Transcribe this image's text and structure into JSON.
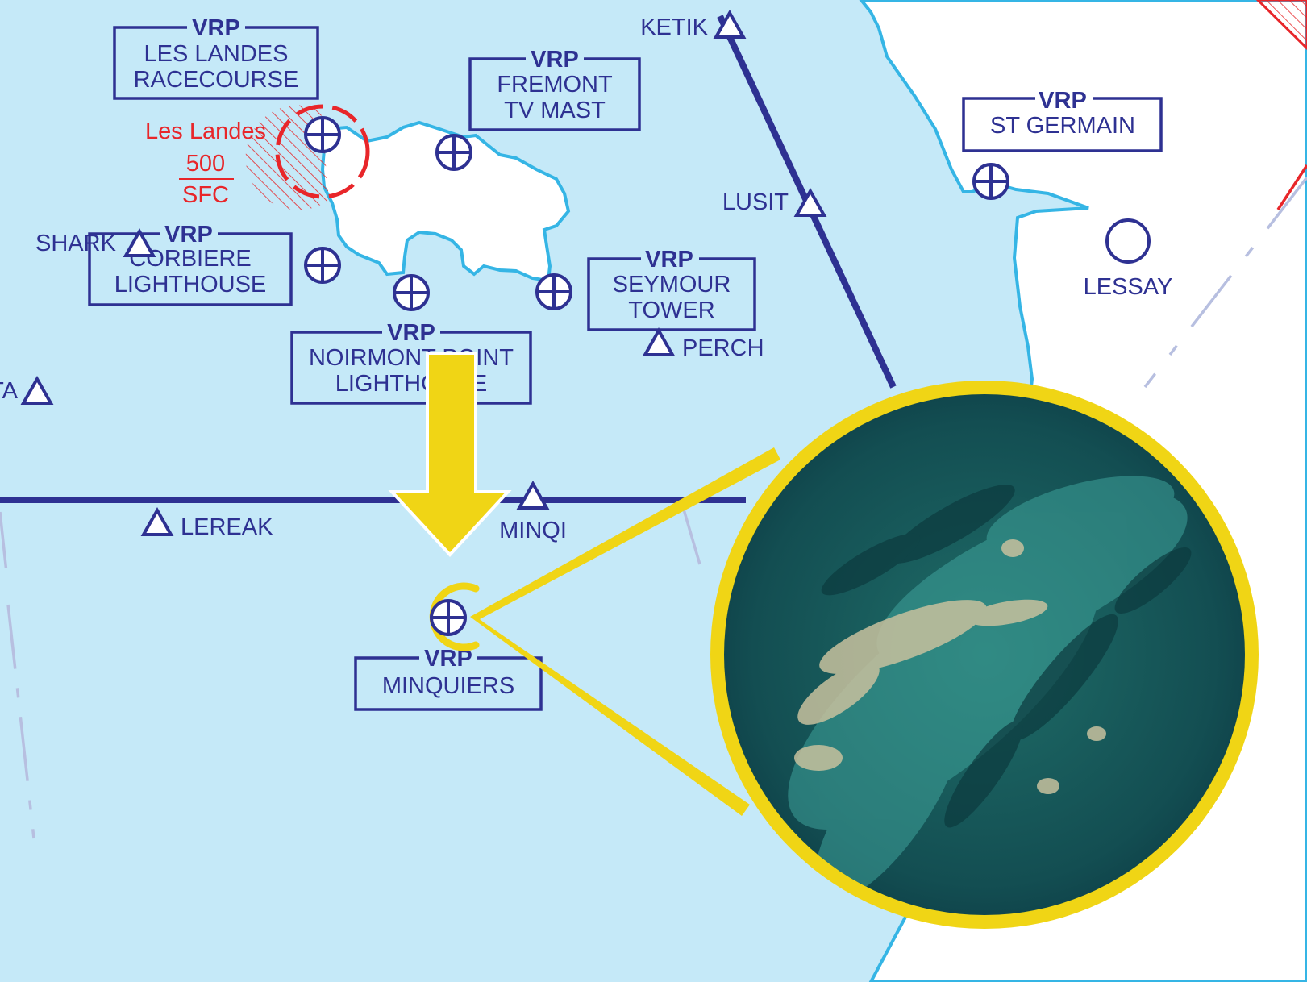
{
  "colors": {
    "sea": "#c5e9f8",
    "land": "#ffffff",
    "coast": "#35b5e5",
    "route": "#2e3192",
    "label": "#2e3192",
    "restricted": "#e8262a",
    "highlight": "#f0d515",
    "boundary": "#b7bfe0"
  },
  "vrp_tag": "VRP",
  "vrps": [
    {
      "id": "les-landes-racecourse",
      "line1": "LES LANDES",
      "line2": "RACECOURSE"
    },
    {
      "id": "fremont-tv-mast",
      "line1": "FREMONT",
      "line2": "TV MAST"
    },
    {
      "id": "st-germain",
      "line1": "ST GERMAIN",
      "line2": ""
    },
    {
      "id": "corbiere-lighthouse",
      "line1": "CORBIERE",
      "line2": "LIGHTHOUSE"
    },
    {
      "id": "seymour-tower",
      "line1": "SEYMOUR",
      "line2": "TOWER"
    },
    {
      "id": "noirmont-point-lighthouse",
      "line1": "NOIRMONT POINT",
      "line2": "LIGHTHOUSE"
    },
    {
      "id": "minquiers",
      "line1": "MINQUIERS",
      "line2": ""
    }
  ],
  "waypoints": {
    "ketik": "KETIK",
    "lusit": "LUSIT",
    "shark": "SHARK",
    "perch": "PERCH",
    "lerak": "LEREAK",
    "minqi": "MINQI",
    "partial_left": "TA"
  },
  "airfield": {
    "name": "LESSAY"
  },
  "restricted_area": {
    "name": "Les Landes",
    "upper": "500",
    "lower": "SFC"
  },
  "callout": {
    "subject": "Minquiers reef",
    "image_type": "satellite"
  }
}
